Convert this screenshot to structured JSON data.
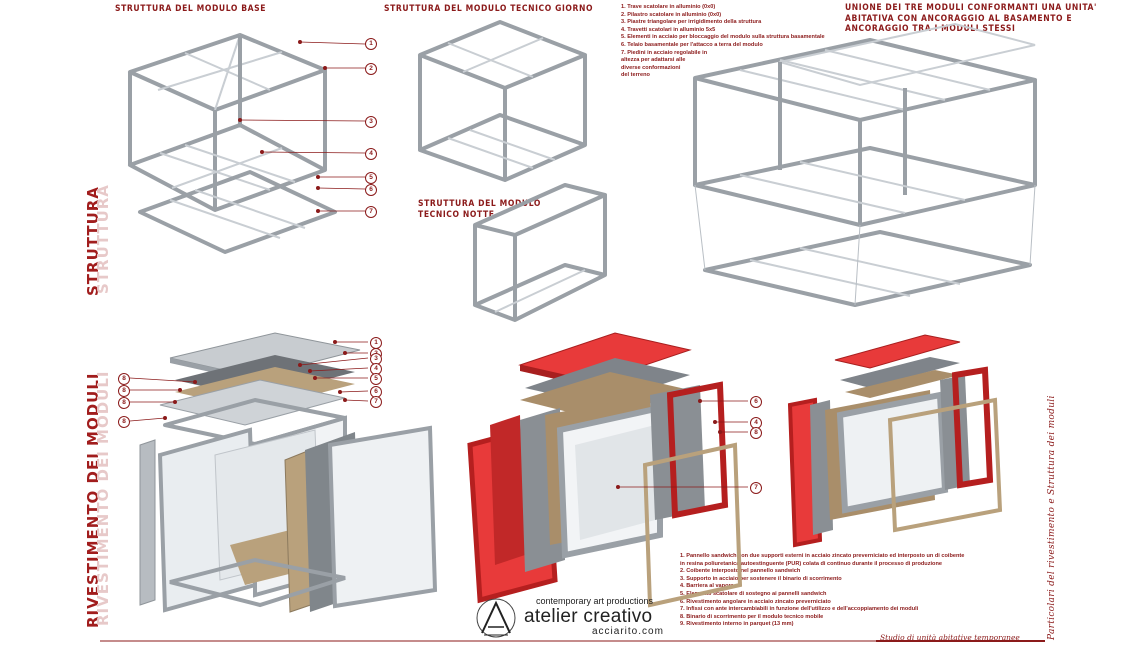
{
  "headings": {
    "base_module": "STRUTTURA DEL MODULO BASE",
    "technical_day": "STRUTTURA DEL MODULO TECNICO GIORNO",
    "technical_night_1": "STRUTTURA DEL MODULO",
    "technical_night_2": "TECNICO NOTTE",
    "union_1": "UNIONE DEI TRE MODULI CONFORMANTI UNA UNITA'",
    "union_2": "ABITATIVA CON ANCORAGGIO AL BASAMENTO E",
    "union_3": "ANCORAGGIO TRA I MODULI STESSI"
  },
  "structure_legend": [
    "1. Trave scatolare in alluminio (0x0)",
    "2. Pilastro scatolare in alluminio (0x0)",
    "3. Piastre triangolare per irrigidimento della struttura",
    "4. Travetti scatolari in alluminio 5x5",
    "5. Elementi in acciaio per bloccaggio del modulo sulla struttura basamentale",
    "6. Telaio basamentale per l'attacco a terra del modulo",
    "7. Piedini in acciaio regolabile in",
    "altezza per adattarsi alle",
    "diverse conformazioni",
    "del terreno"
  ],
  "cladding_legend": [
    "1. Pannello sandwich con due supporti esterni in acciaio zincato preverniciato ed interposto un di coibente",
    "in resina poliuretanica autoestinguente (PUR) colata di continuo durante il processo di produzione",
    "2. Coibente interposto nel pannello sandwich",
    "3. Supporto in acciaio per sostenere il binario di scorrimento",
    "4. Barriera al vapore",
    "5. Elemento scatolare di sostegno ai pannelli sandwich",
    "6. Rivestimento angolare in acciaio zincato preverniciato",
    "7. Infissi con ante intercambiabili in funzione dell'utilizzo e dell'accoppiamento dei moduli",
    "8. Binario di scorrimento per il modulo tecnico mobile",
    "9. Rivestimento interno in parquet (13 mm)"
  ],
  "side_titles": {
    "structure": "STRUTTURA",
    "cladding": "RIVESTIMENTO DEI MODULI",
    "right": "Particolari del rivestimento e Struttura dei moduli"
  },
  "footer": {
    "tagline": "contemporary art productions",
    "brand": "atelier creativo",
    "site": "acciarito.com",
    "study": "Studio di unità abitative temporanee"
  },
  "callouts_structure": [
    "1",
    "2",
    "3",
    "4",
    "5",
    "6",
    "7"
  ],
  "callouts_cladding_right": [
    "1",
    "2",
    "3",
    "4",
    "5",
    "6",
    "7"
  ],
  "callouts_cladding_left": [
    "8",
    "8",
    "8",
    "8"
  ],
  "callouts_middle": [
    "6",
    "4",
    "8",
    "7"
  ],
  "colors": {
    "accent": "#8b1a1a",
    "red_panel": "#e83a3a",
    "steel": "#9aa0a6",
    "wood": "#a98e6a"
  }
}
